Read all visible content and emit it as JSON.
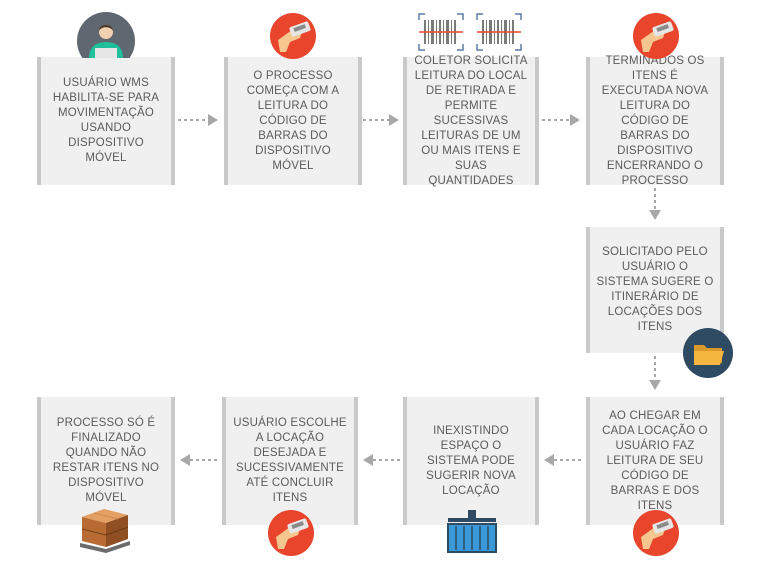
{
  "steps": [
    {
      "id": "s1",
      "text": "USUÁRIO WMS HABILITA-SE PARA MOVIMENTAÇÃO USANDO DISPOSITIVO MÓVEL"
    },
    {
      "id": "s2",
      "text": "O PROCESSO COMEÇA COM A LEITURA DO CÓDIGO DE BARRAS DO DISPOSITIVO MÓVEL"
    },
    {
      "id": "s3",
      "text": "COLETOR SOLICITA LEITURA DO LOCAL DE RETIRADA E PERMITE SUCESSIVAS LEITURAS DE UM OU MAIS ITENS E SUAS QUANTIDADES"
    },
    {
      "id": "s4",
      "text": "TERMINADOS OS ITENS É EXECUTADA NOVA LEITURA DO CÓDIGO DE BARRAS DO DISPOSITIVO ENCERRANDO O PROCESSO"
    },
    {
      "id": "s5",
      "text": "SOLICITADO PELO USUÁRIO O SISTEMA SUGERE O ITINERÁRIO DE LOCAÇÕES DOS ITENS"
    },
    {
      "id": "s6",
      "text": "AO CHEGAR EM CADA LOCAÇÃO O USUÁRIO FAZ LEITURA DE SEU CÓDIGO DE BARRAS E DOS ITENS"
    },
    {
      "id": "s7",
      "text": "INEXISTINDO ESPAÇO O SISTEMA PODE SUGERIR NOVA LOCAÇÃO"
    },
    {
      "id": "s8",
      "text": "USUÁRIO ESCOLHE A LOCAÇÃO DESEJADA E SUCESSIVAMENTE ATÉ CONCLUIR ITENS"
    },
    {
      "id": "s9",
      "text": "PROCESSO SÓ É FINALIZADO QUANDO NÃO RESTAR ITENS NO DISPOSITIVO MÓVEL"
    }
  ],
  "icons": {
    "s1": "user-at-computer-icon",
    "s2": "barcode-scanner-icon",
    "s3": "barcode-icon",
    "s4": "barcode-scanner-icon",
    "s5": "folder-icon",
    "s6": "barcode-scanner-icon",
    "s7": "storage-rack-icon",
    "s8": "barcode-scanner-icon",
    "s9": "pallet-boxes-icon"
  },
  "colors": {
    "box_bg": "#f0f0f0",
    "box_border": "#c9c9c9",
    "text": "#5b5b5b",
    "arrow": "#a8a8a8",
    "scanner_circle": "#e8452c",
    "folder_circle": "#2f4a63",
    "rack_blue": "#3a9ad9"
  }
}
